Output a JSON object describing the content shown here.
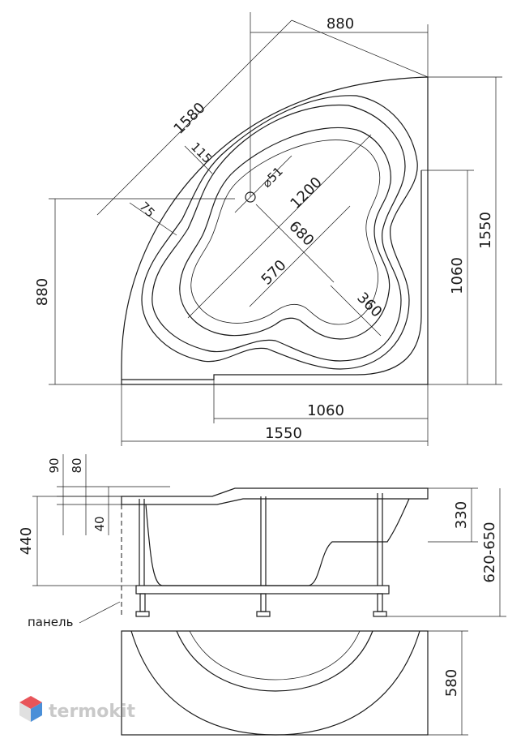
{
  "plan": {
    "dim_top_width": "880",
    "dim_diagonal": "1580",
    "dim_rim_115": "115",
    "dim_rim_75": "75",
    "dim_drain": "⌀51",
    "dim_basin_length": "1200",
    "dim_basin_680": "680",
    "dim_basin_570": "570",
    "dim_basin_360": "360",
    "dim_left_880": "880",
    "dim_right_1060": "1060",
    "dim_right_1550": "1550",
    "dim_bottom_1060": "1060",
    "dim_bottom_1550": "1550"
  },
  "side": {
    "dim_90": "90",
    "dim_80": "80",
    "dim_40": "40",
    "dim_440": "440",
    "dim_330": "330",
    "dim_620_650": "620-650",
    "panel_label": "панель"
  },
  "front": {
    "dim_580": "580"
  },
  "watermark": {
    "text": "termokit",
    "logo_colors": [
      "#e8555a",
      "#4a8fd8",
      "#e0e0e0"
    ]
  }
}
